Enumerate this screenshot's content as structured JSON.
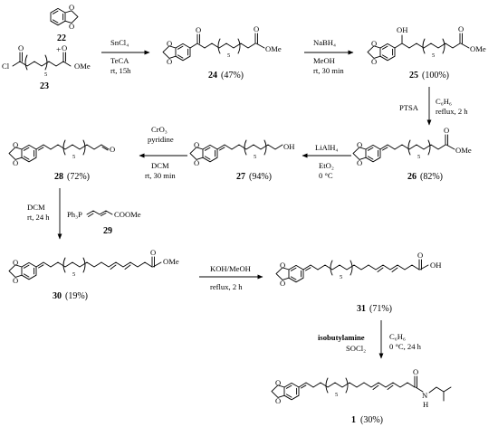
{
  "compounds": {
    "c22": {
      "number": "22"
    },
    "c23": {
      "number": "23",
      "plus": "+",
      "acyl_cl": "Cl",
      "acyl_o": "O",
      "ester_o": "O",
      "methyl": "OMe",
      "repeat": "5"
    },
    "c24": {
      "number": "24",
      "yield": "(47%)",
      "keto_o": "O",
      "ester_o": "O",
      "methyl": "OMe",
      "repeat": "5"
    },
    "c25": {
      "number": "25",
      "yield": "(100%)",
      "hydroxyl": "OH",
      "ester_o": "O",
      "methyl": "OMe",
      "repeat": "5"
    },
    "c26": {
      "number": "26",
      "yield": "(82%)",
      "ester_o": "O",
      "methyl": "OMe",
      "repeat": "5"
    },
    "c27": {
      "number": "27",
      "yield": "(94%)",
      "hydroxyl": "OH",
      "repeat": "5"
    },
    "c28": {
      "number": "28",
      "yield": "(72%)",
      "aldehyde_o": "O",
      "repeat": "5"
    },
    "c29": {
      "number": "29",
      "ylide": "Ph₃P",
      "ester": "COOMe"
    },
    "c30": {
      "number": "30",
      "yield": "(19%)",
      "ester_o": "O",
      "methyl": "OMe",
      "repeat": "5"
    },
    "c31": {
      "number": "31",
      "yield": "(71%)",
      "acid_o": "O",
      "hydroxyl": "OH",
      "repeat": "5"
    },
    "c1": {
      "number": "1",
      "yield": "(30%)",
      "amide_o": "O",
      "amide_n": "N",
      "amide_h": "H",
      "repeat": "5"
    }
  },
  "ring_oxygen": "O",
  "steps": {
    "s1": {
      "line1": "SnCl₄",
      "line2": "TeCA",
      "line3": "rt, 15h"
    },
    "s2": {
      "line1": "NaBH₄",
      "line2": "MeOH",
      "line3": "rt, 30 min"
    },
    "s3": {
      "left": "PTSA",
      "right1": "C₆H₆",
      "right2": "reflux, 2 h"
    },
    "s4": {
      "line1": "LiAlH₄",
      "line2": "EtO₂",
      "line3": "0 °C"
    },
    "s5": {
      "line1": "CrO₃",
      "line2": "pyridine",
      "line3": "DCM",
      "line4": "rt, 30 min"
    },
    "s6": {
      "line1": "DCM",
      "line2": "rt, 24 h"
    },
    "s7": {
      "line1": "KOH/MeOH",
      "line2": "reflux, 2 h"
    },
    "s8": {
      "left1": "isobutylamine",
      "left2": "SOCl₂",
      "right1": "C₆H₆",
      "right2": "0 °C, 24 h"
    }
  }
}
